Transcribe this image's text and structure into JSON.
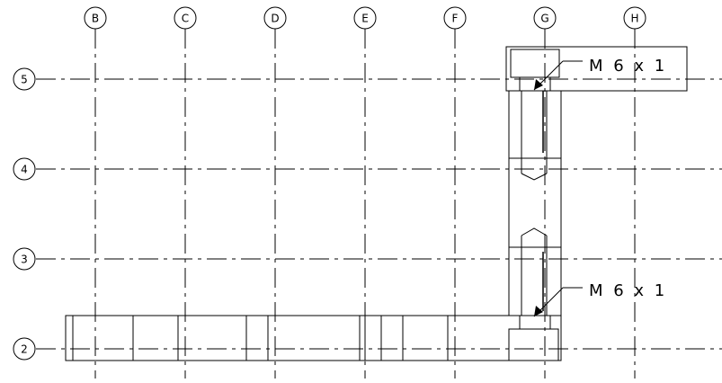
{
  "grid": {
    "columns": [
      "B",
      "C",
      "D",
      "E",
      "F",
      "G",
      "H"
    ],
    "rows": [
      "5",
      "4",
      "3",
      "2"
    ]
  },
  "callouts": [
    {
      "label": "M 6 x 1"
    },
    {
      "label": "M 6 x 1"
    }
  ]
}
